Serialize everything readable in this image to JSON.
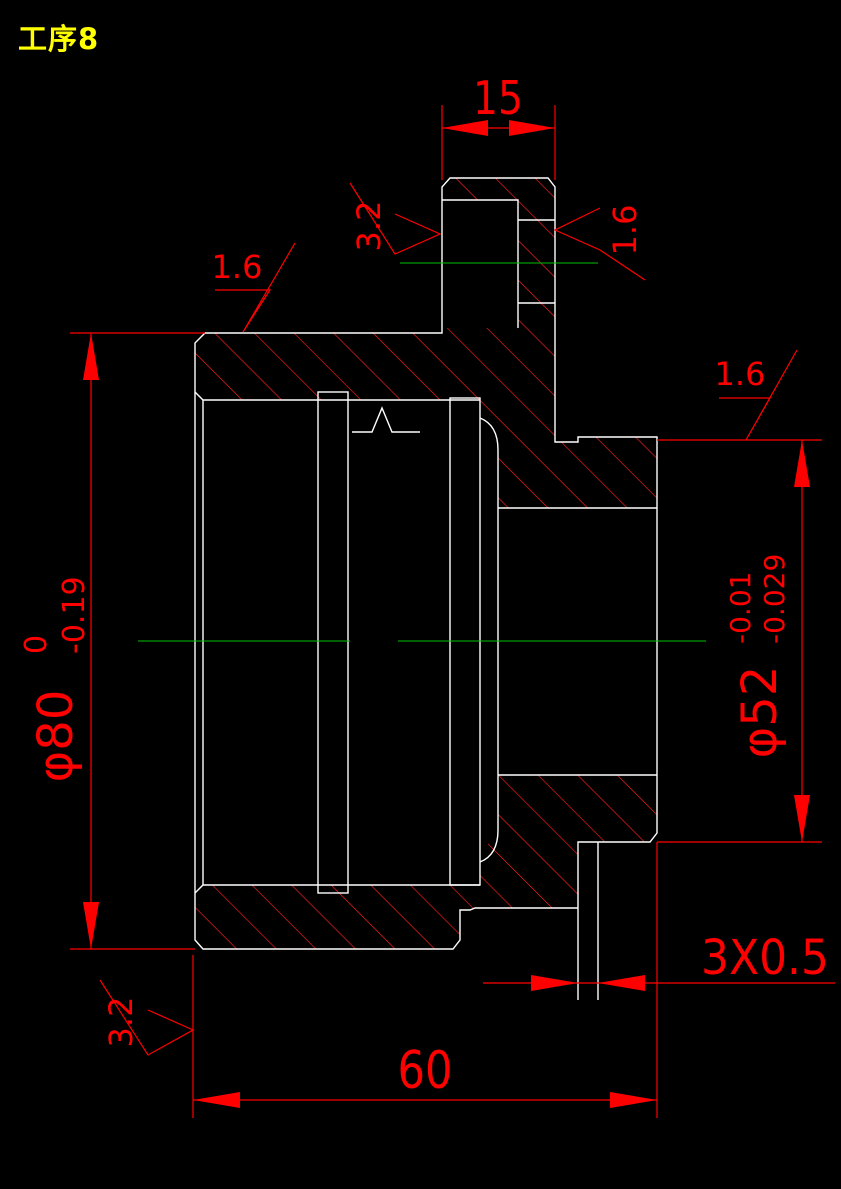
{
  "title": "工序8",
  "dimensions": {
    "top_width": "15",
    "roughness_top_left": "3.2",
    "roughness_top_right": "1.6",
    "roughness_left_face": "1.6",
    "roughness_right_face": "1.6",
    "roughness_bottom_left": "3.2",
    "left_diameter_prefix": "φ80",
    "left_diameter_upper": "0",
    "left_diameter_lower": "-0.19",
    "right_diameter_prefix": "φ52",
    "right_diameter_upper": "-0.01",
    "right_diameter_lower": "-0.029",
    "groove": "3X0.5",
    "overall_length": "60"
  },
  "colors": {
    "outline": "#ffffff",
    "dimension": "#ff0000",
    "centerline": "#00cc00",
    "title": "#ffff00"
  }
}
